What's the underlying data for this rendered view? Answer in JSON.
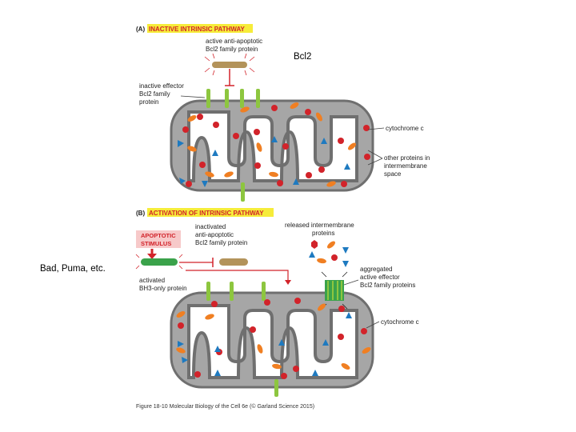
{
  "panel_a": {
    "header_letter": "(A)",
    "header_title": "INACTIVE INTRINSIC PATHWAY",
    "label_anti_apoptotic": [
      "active anti-apoptotic",
      "Bcl2 family protein"
    ],
    "label_inactive_effector": [
      "inactive effector",
      "Bcl2 family",
      "protein"
    ],
    "label_cytochrome": "cytochrome c",
    "label_other_proteins": [
      "other proteins in",
      "intermembrane",
      "space"
    ]
  },
  "panel_b": {
    "header_letter": "(B)",
    "header_title": "ACTIVATION OF INTRINSIC PATHWAY",
    "stimulus": [
      "APOPTOTIC",
      "STIMULUS"
    ],
    "label_inactivated": [
      "inactivated",
      "anti-apoptotic",
      "Bcl2 family protein"
    ],
    "label_released": [
      "released intermembrane",
      "proteins"
    ],
    "label_aggregated": [
      "aggregated",
      "active effector",
      "Bcl2 family proteins"
    ],
    "label_bh3": [
      "activated",
      "BH3-only protein"
    ],
    "label_cytochrome": "cytochrome c"
  },
  "annotations": {
    "bcl2": "Bcl2",
    "bad_puma": "Bad, Puma, etc."
  },
  "caption": "Figure 18-10 Molecular Biology of the Cell 6e (© Garland Science 2015)",
  "colors": {
    "header_bg": "#f6ec3a",
    "header_title": "#d2232a",
    "mitochondrion_gray": "#a6a6a6",
    "anti_apoptotic": "#b3935a",
    "effector_green": "#8dc63f",
    "cytochrome_red": "#d2232a",
    "other_orange": "#f07f22",
    "other_blue": "#1e7ac0",
    "stimulus_bg": "#f7c9c9"
  }
}
